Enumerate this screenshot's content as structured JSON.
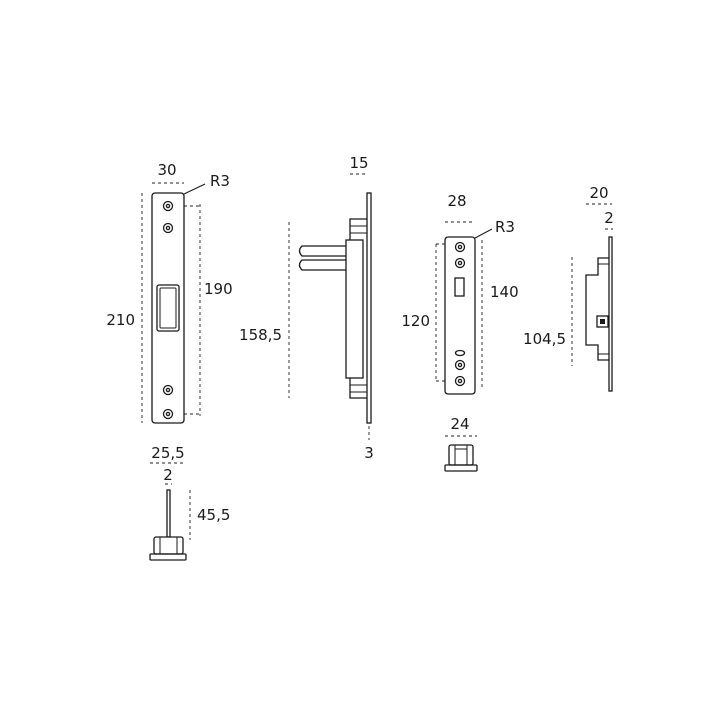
{
  "colors": {
    "line": "#1a1a1a",
    "background": "#ffffff"
  },
  "view1": {
    "width": "30",
    "radius": "R3",
    "height": "210",
    "hole_span": "190"
  },
  "view2": {
    "depth": "15",
    "height": "158,5",
    "thickness": "3"
  },
  "view3": {
    "width": "28",
    "radius": "R3",
    "height": "140",
    "hole_span": "120",
    "bottom_width": "24"
  },
  "view4": {
    "depth": "20",
    "thickness": "2",
    "height": "104,5"
  },
  "view5": {
    "width": "25,5",
    "pin": "2",
    "height": "45,5"
  }
}
